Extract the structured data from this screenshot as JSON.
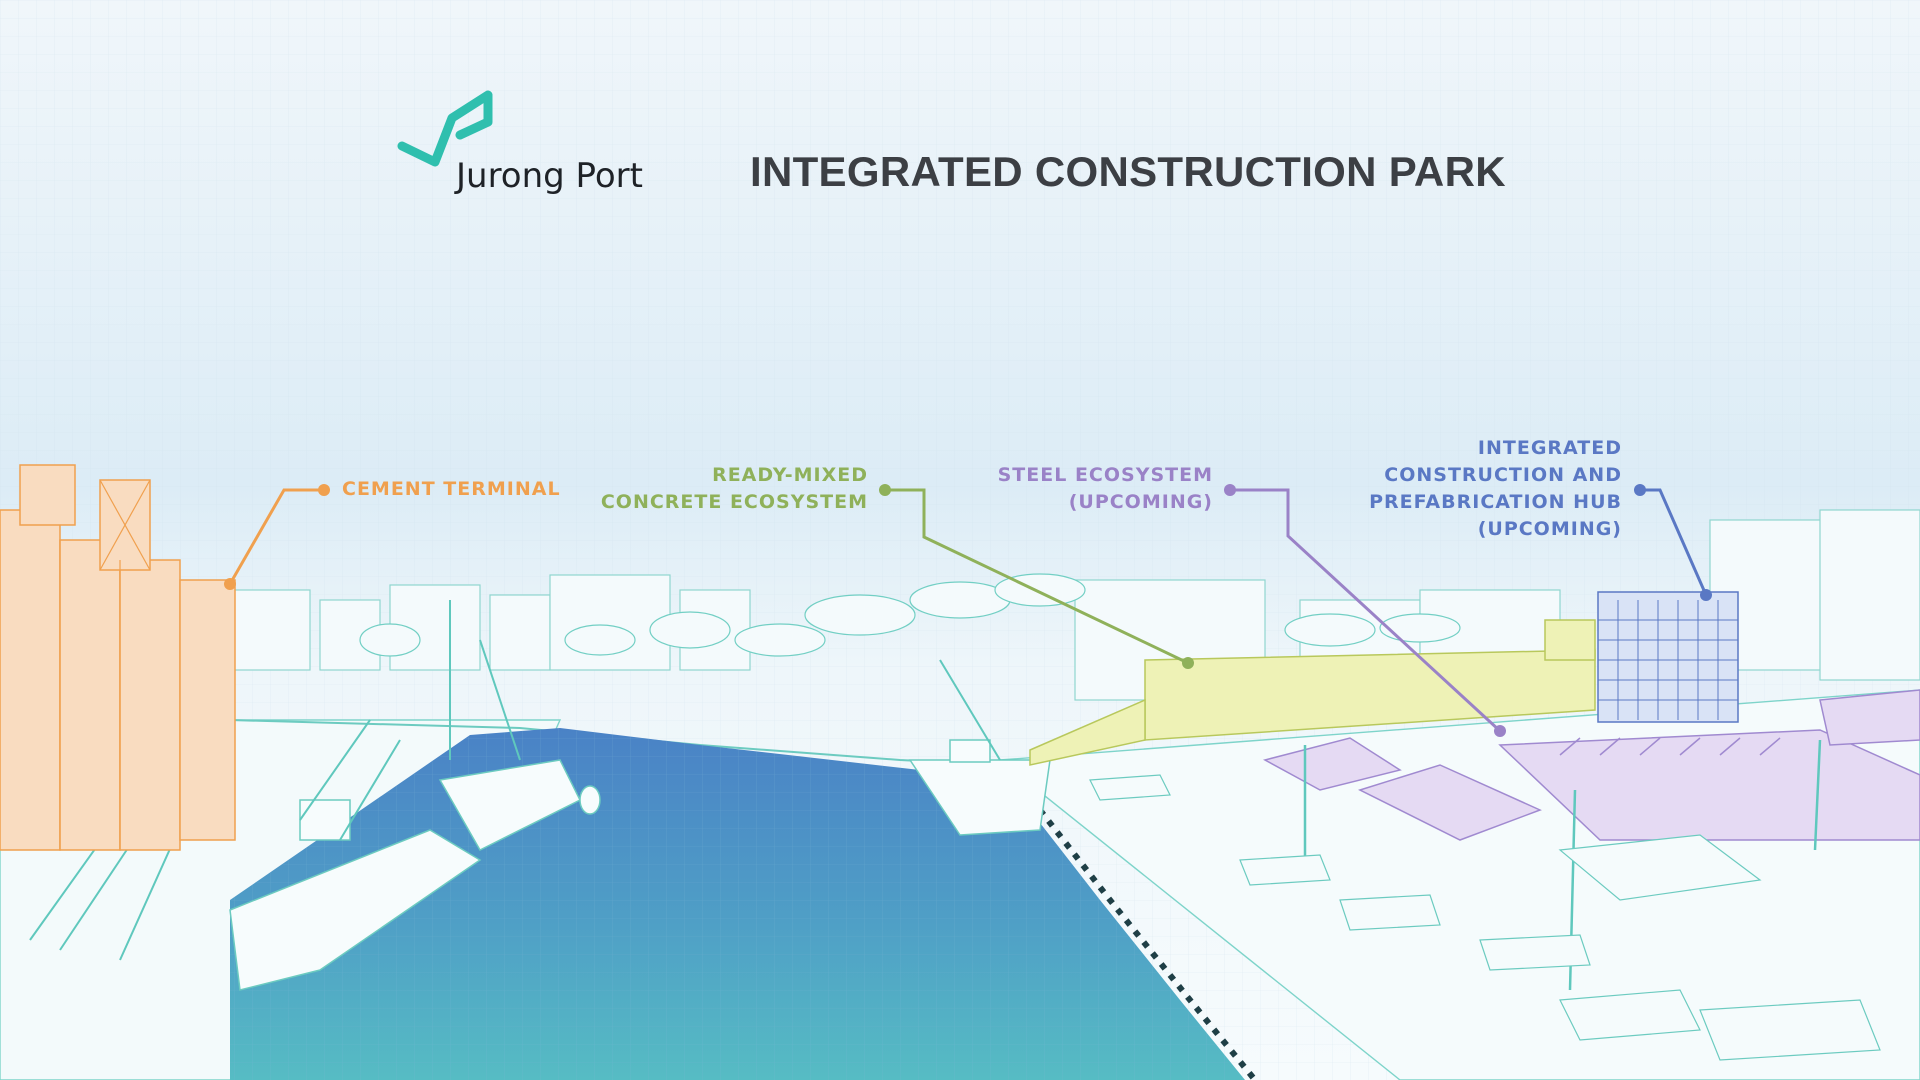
{
  "header": {
    "brand_name": "Jurong Port",
    "title": "INTEGRATED CONSTRUCTION PARK"
  },
  "callouts": [
    {
      "id": "cement",
      "lines": [
        "CEMENT TERMINAL"
      ],
      "color": "#f0a04e"
    },
    {
      "id": "concrete",
      "lines": [
        "READY-MIXED",
        "CONCRETE ECOSYSTEM"
      ],
      "color": "#8fb15a"
    },
    {
      "id": "steel",
      "lines": [
        "STEEL ECOSYSTEM",
        "(UPCOMING)"
      ],
      "color": "#9a82c7"
    },
    {
      "id": "prefab",
      "lines": [
        "INTEGRATED",
        "CONSTRUCTION AND",
        "PREFABRICATION HUB",
        "(UPCOMING)"
      ],
      "color": "#5a78c4"
    }
  ],
  "colors": {
    "logo": "#2fbfae",
    "water_top": "#4a82c6",
    "water_bottom": "#56bcc4",
    "line_art": "#5ccdc0"
  }
}
